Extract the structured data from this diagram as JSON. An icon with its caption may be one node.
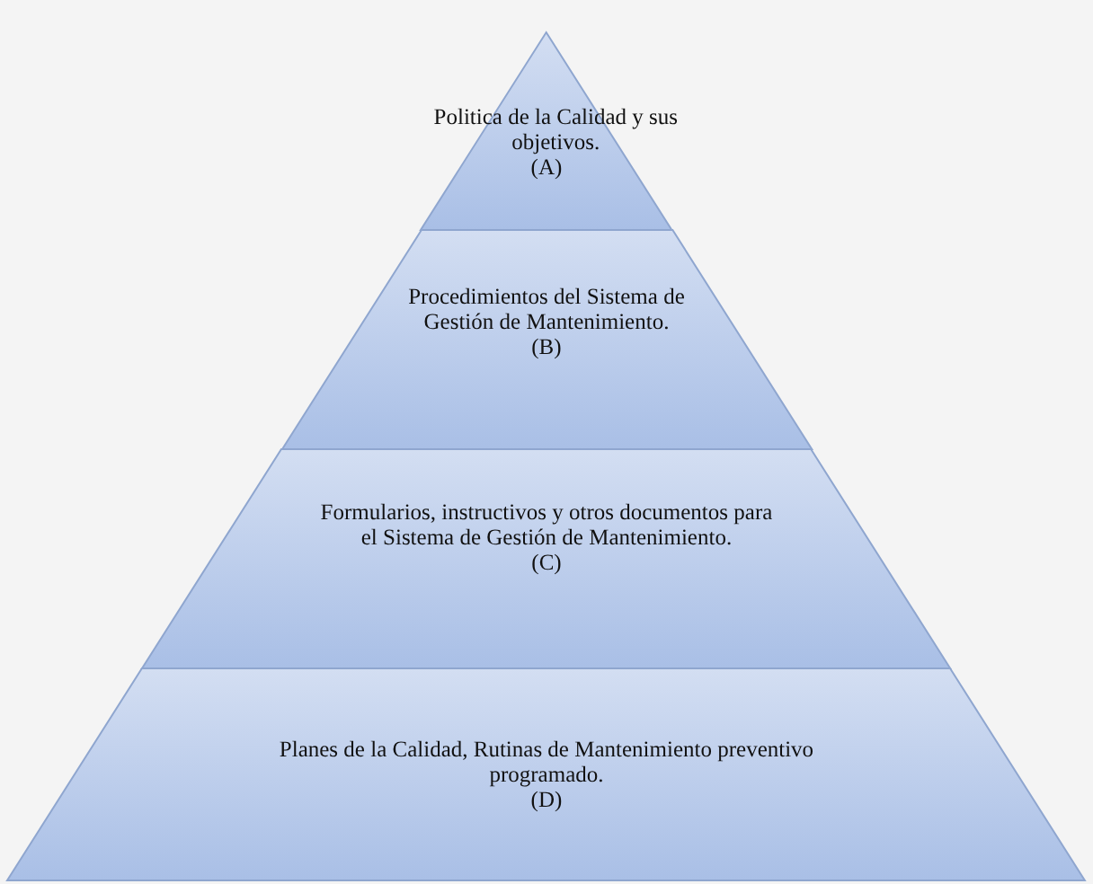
{
  "diagram": {
    "nodes": [
      {
        "text": [
          "Politica de la Calidad y sus objetivos.",
          "(A)"
        ]
      },
      {
        "text": [
          "Procedimientos del Sistema de Gestión de Mantenimiento.",
          "(B)"
        ]
      },
      {
        "text": [
          "Formularios, instructivos y otros documentos para el Sistema de Gestión de Mantenimiento.",
          "(C)"
        ]
      },
      {
        "text": [
          "Planes de la Calidad, Rutinas de Mantenimiento preventivo programado.",
          "(D)"
        ]
      }
    ]
  }
}
